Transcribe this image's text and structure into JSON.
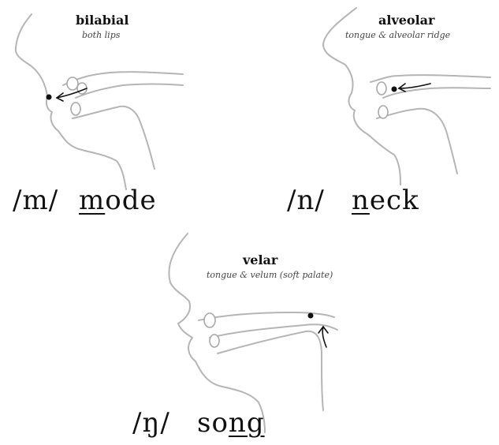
{
  "panels": [
    {
      "title": "bilabial",
      "subtitle": "both lips",
      "phoneme": "/m/",
      "word_underlined": "m",
      "word_rest": "ode"
    },
    {
      "title": "alveolar",
      "subtitle": "tongue & alveolar ridge",
      "phoneme": "/n/",
      "word_underlined": "n",
      "word_rest": "eck"
    },
    {
      "title": "velar",
      "subtitle": "tongue & velum (soft palate)",
      "phoneme": "/ŋ/",
      "word_prefix": "so",
      "word_underlined": "ng"
    }
  ]
}
